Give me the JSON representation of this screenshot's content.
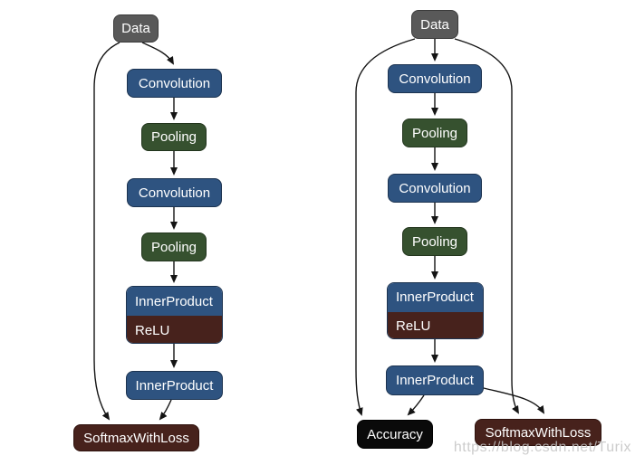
{
  "watermark": "https://blog.csdn.net/Turix",
  "colors": {
    "data_node": "#595959",
    "convolution_node": "#2e5380",
    "pooling_node": "#36512f",
    "inner_product_node": "#2e5380",
    "relu_node": "#47221c",
    "softmax_loss_node": "#47221c",
    "accuracy_node": "#0a0a0a",
    "edge": "#141414",
    "background": "#ffffff"
  },
  "left_graph": {
    "nodes": {
      "data": "Data",
      "conv1": "Convolution",
      "pool1": "Pooling",
      "conv2": "Convolution",
      "pool2": "Pooling",
      "ip1": "InnerProduct",
      "relu": "ReLU",
      "ip2": "InnerProduct",
      "loss": "SoftmaxWithLoss"
    }
  },
  "right_graph": {
    "nodes": {
      "data": "Data",
      "conv1": "Convolution",
      "pool1": "Pooling",
      "conv2": "Convolution",
      "pool2": "Pooling",
      "ip1": "InnerProduct",
      "relu": "ReLU",
      "ip2": "InnerProduct",
      "accuracy": "Accuracy",
      "loss": "SoftmaxWithLoss"
    }
  }
}
